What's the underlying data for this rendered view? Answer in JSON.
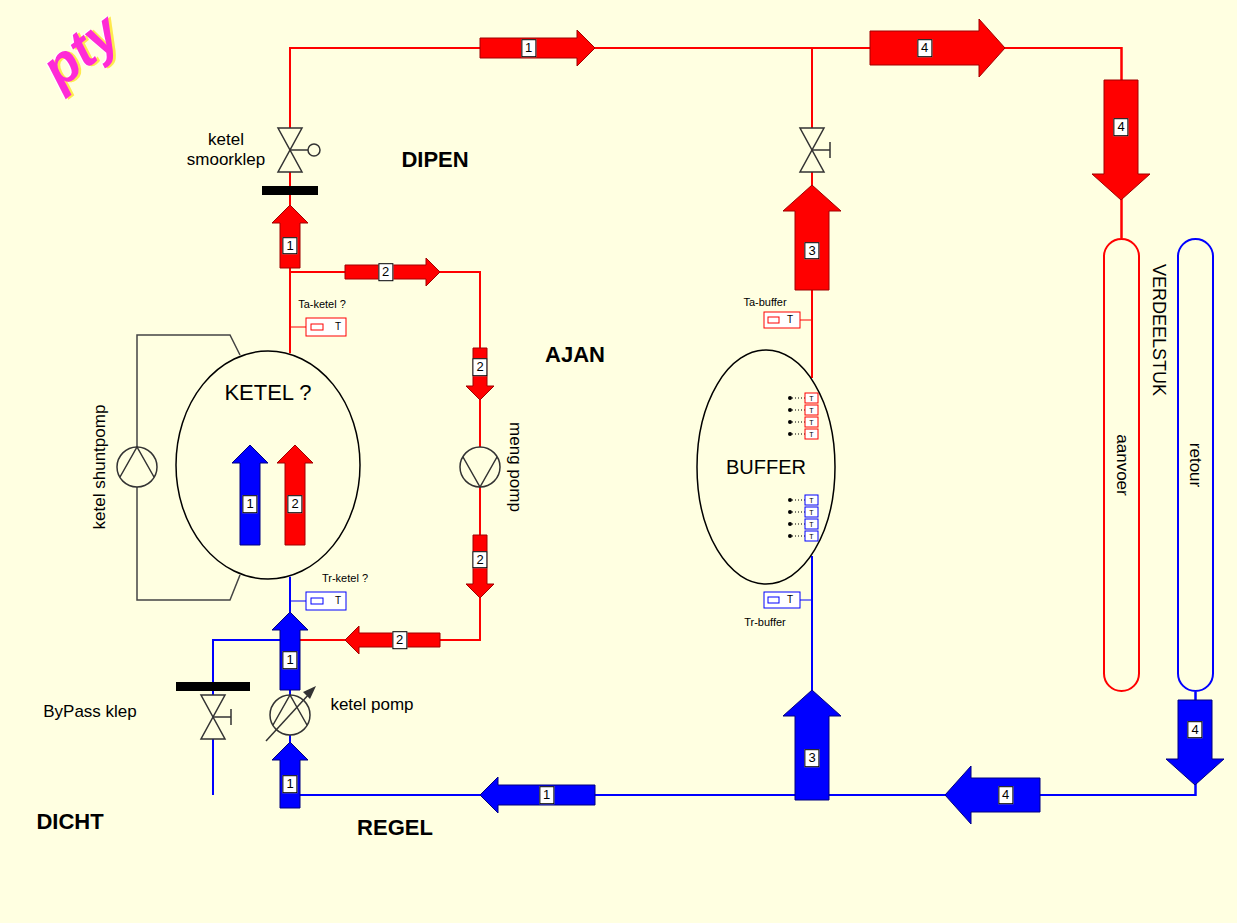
{
  "diagram": {
    "nodes": [
      {
        "text": [
          "KETEL ?"
        ]
      },
      {
        "text": [
          "BUFFER"
        ]
      },
      {
        "text": [
          "aanvoer"
        ]
      },
      {
        "text": [
          "retour"
        ]
      }
    ],
    "edges": [
      {
        "from": 0,
        "to": 2,
        "arrow": "none"
      },
      {
        "from": 1,
        "to": 2,
        "arrow": "none"
      },
      {
        "from": 3,
        "to": 1,
        "arrow": "none"
      },
      {
        "from": 3,
        "to": 0,
        "arrow": "none"
      }
    ],
    "labels": [
      "pty",
      "1",
      "4",
      "ketel smoorklep",
      "DIPEN",
      "4",
      "1",
      "3",
      "2",
      "Ta-ketel ?",
      "T",
      "Ta-buffer",
      "T",
      "T",
      "T",
      "T",
      "T",
      "AJAN",
      "2",
      "ketel shuntpomp",
      "meng pomp",
      "1",
      "2",
      "VERDEELSTUK",
      "2",
      "T",
      "T",
      "T",
      "T",
      "T",
      "Tr-ketel ?",
      "Tr-buffer",
      "T",
      "2",
      "1",
      "ByPass klep",
      "ketel pomp",
      "3",
      "4",
      "DICHT",
      "REGEL",
      "1",
      "4",
      "1"
    ]
  }
}
